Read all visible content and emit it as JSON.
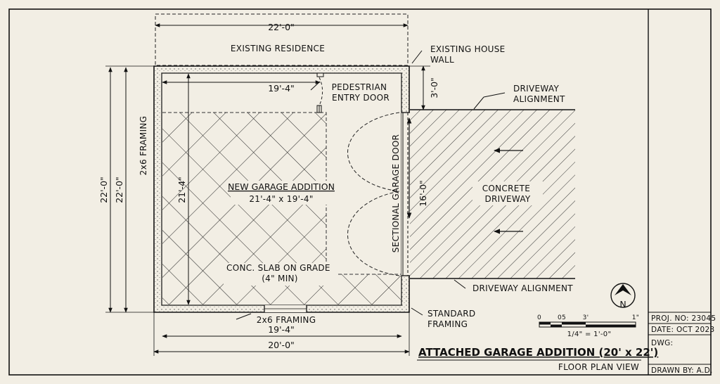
{
  "drawing": {
    "existing_residence": "EXISTING RESIDENCE",
    "existing_house_wall": [
      "EXISTING HOUSE",
      "WALL"
    ],
    "driveway_alignment_top": [
      "DRIVEWAY",
      "ALIGNMENT"
    ],
    "driveway_alignment_bottom": "DRIVEWAY ALIGNMENT",
    "pedestrian_door": [
      "PEDESTRIAN",
      "ENTRY DOOR"
    ],
    "framing_left": "2x6 FRAMING",
    "framing_bottom": "2x6 FRAMING",
    "standard_framing": [
      "STANDARD",
      "FRAMING"
    ],
    "new_garage_title": "NEW GARAGE ADDITION",
    "new_garage_size": "21'-4\" x 19'-4\"",
    "slab_note": [
      "CONC. SLAB ON GRADE",
      "(4\" MIN)"
    ],
    "sectional_door": "SECTIONAL GARAGE DOOR",
    "concrete_driveway": [
      "CONCRETE",
      "DRIVEWAY"
    ]
  },
  "dimensions": {
    "residence_width": "22'-0\"",
    "interior_top": "19'-4\"",
    "interior_bottom": "19'-4\"",
    "overall_width": "20'-0\"",
    "overall_depth_outer": "22'-0\"",
    "overall_depth_inner": "22'-0\"",
    "interior_depth": "21'-4\"",
    "door_width": "16'-0\"",
    "wall_offset": "3'-0\""
  },
  "scale_bar": {
    "ticks": [
      "0",
      "05",
      "3'",
      "1\""
    ],
    "label": "1/4\" = 1'-0\""
  },
  "north_arrow": "N",
  "title_block": {
    "title": "ATTACHED GARAGE ADDITION (20' x 22')",
    "subtitle": "FLOOR PLAN VIEW",
    "proj": "PROJ. NO: 23045",
    "date": "DATE:  OCT 2023",
    "dwg": "DWG:",
    "drawn_by": "DRAWN BY: A.D."
  },
  "colors": {
    "paper": "#f2eee4",
    "ink": "#111111"
  }
}
